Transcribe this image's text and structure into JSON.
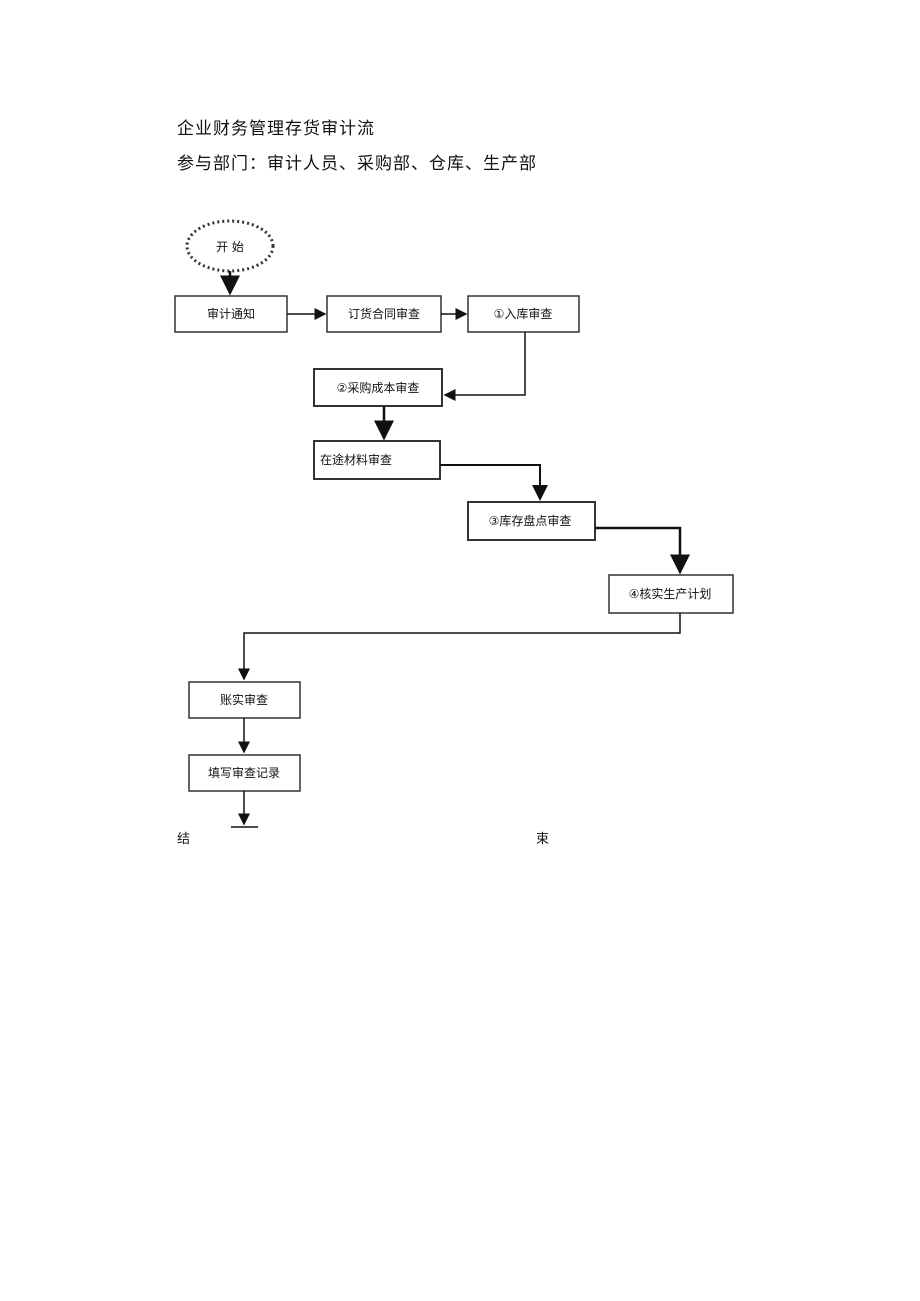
{
  "document": {
    "title": "企业财务管理存货审计流",
    "departments": "参与部门：审计人员、采购部、仓库、生产部"
  },
  "flowchart": {
    "start": "开  始",
    "nodes": {
      "audit_notice": "审计通知",
      "contract_review": "订货合同审查",
      "inbound_review": "①入库审查",
      "purchase_cost_review": "②采购成本审查",
      "transit_material_review": "在途材料审查",
      "inventory_count_review": "③库存盘点审查",
      "production_plan_check": "④核实生产计划",
      "ledger_reconcile": "账实审查",
      "fill_record": "填写审查记录"
    },
    "end_left": "结",
    "end_right": "束"
  }
}
